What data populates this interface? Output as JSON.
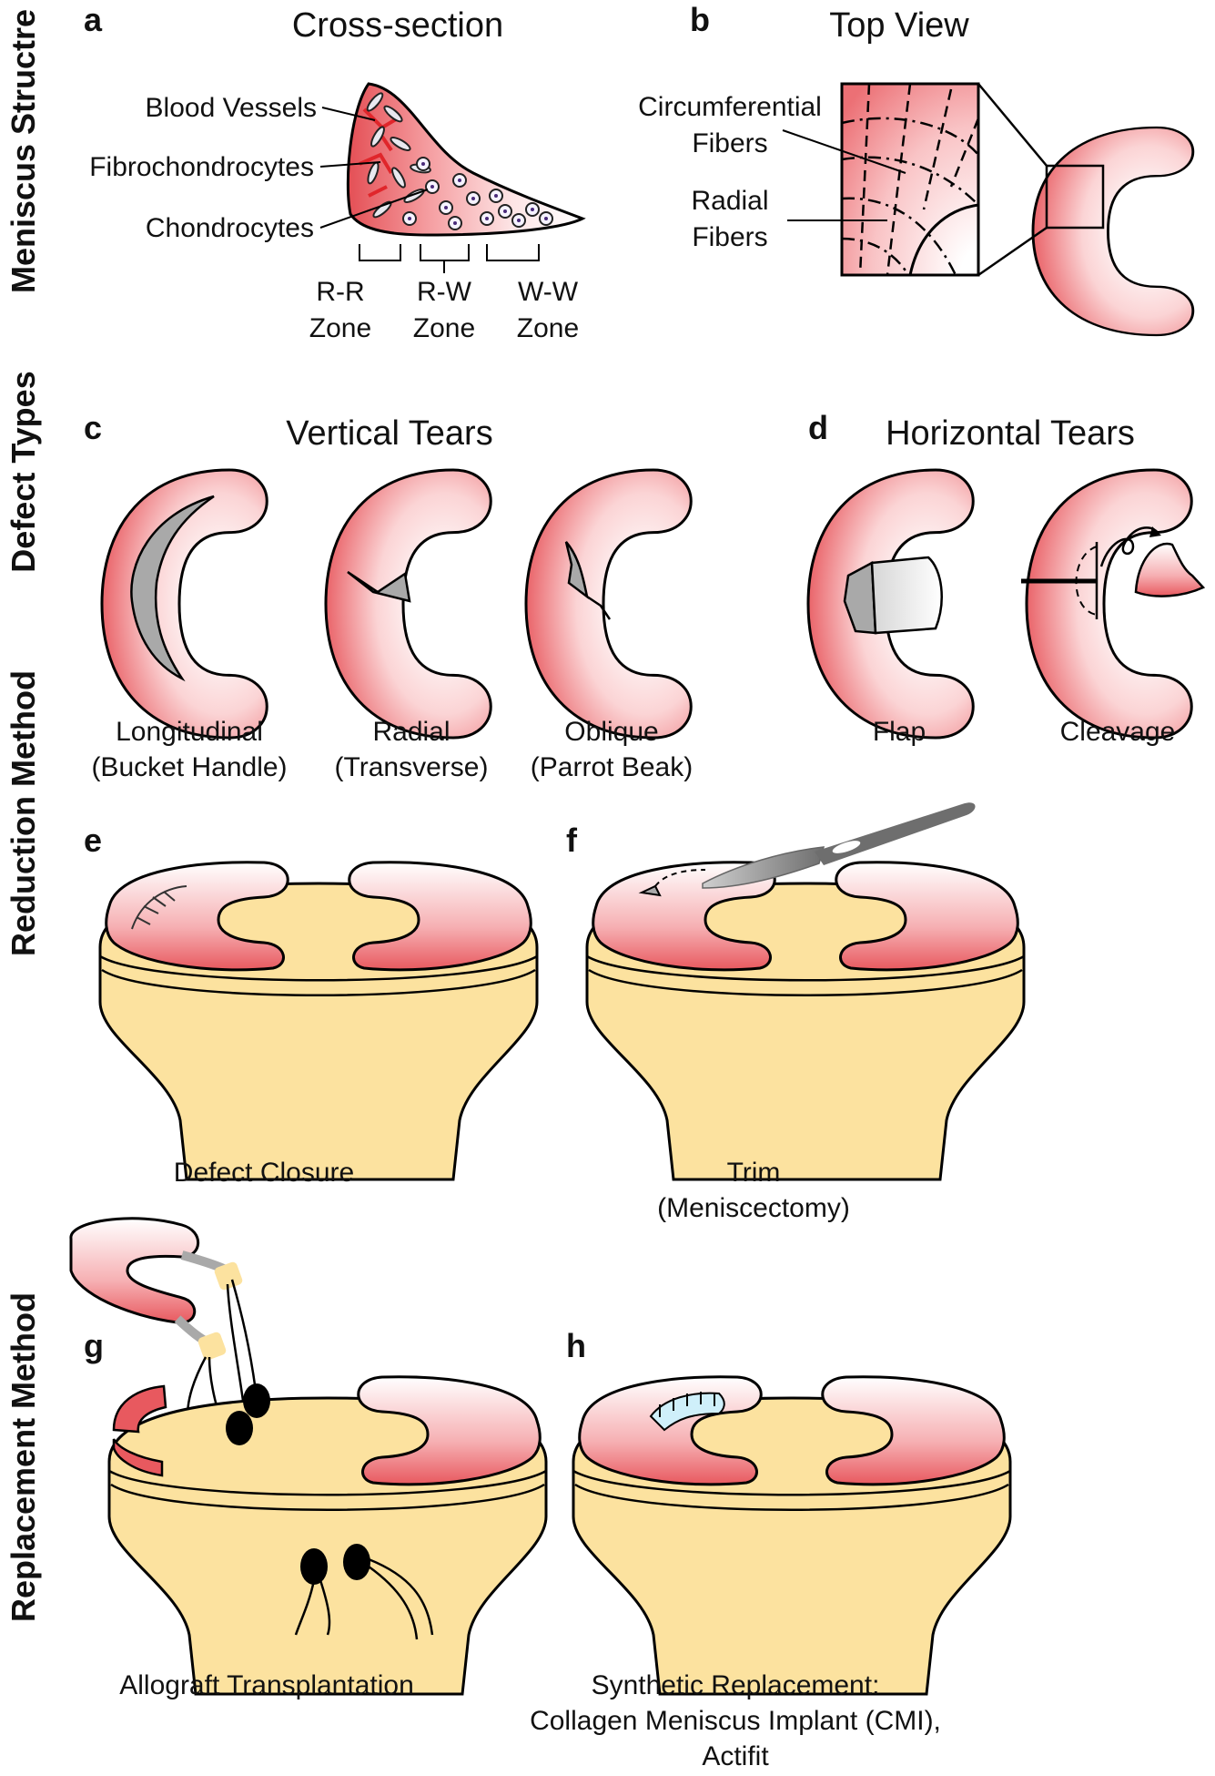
{
  "row_labels": {
    "structure": "Meniscus Structre",
    "defects": "Defect Types",
    "reduction": "Reduction Method",
    "replacement": "Replacement Method"
  },
  "panels": {
    "a": {
      "letter": "a",
      "title": "Cross-section",
      "labels": [
        "Blood Vessels",
        "Fibrochondrocytes",
        "Chondrocytes"
      ],
      "zones": [
        {
          "line1": "R-R",
          "line2": "Zone"
        },
        {
          "line1": "R-W",
          "line2": "Zone"
        },
        {
          "line1": "W-W",
          "line2": "Zone"
        }
      ]
    },
    "b": {
      "letter": "b",
      "title": "Top View",
      "fiber1_line1": "Circumferential",
      "fiber1_line2": "Fibers",
      "fiber2_line1": "Radial",
      "fiber2_line2": "Fibers"
    },
    "c": {
      "letter": "c",
      "title": "Vertical Tears",
      "tears": [
        {
          "line1": "Longitudinal",
          "line2": "(Bucket Handle)"
        },
        {
          "line1": "Radial",
          "line2": "(Transverse)"
        },
        {
          "line1": "Oblique",
          "line2": "(Parrot Beak)"
        }
      ]
    },
    "d": {
      "letter": "d",
      "title": "Horizontal Tears",
      "tears": [
        "Flap",
        "Cleavage"
      ]
    },
    "e": {
      "letter": "e",
      "caption": "Defect Closure"
    },
    "f": {
      "letter": "f",
      "caption_line1": "Trim",
      "caption_line2": "(Meniscectomy)"
    },
    "g": {
      "letter": "g",
      "caption": "Allograft Transplantation"
    },
    "h": {
      "letter": "h",
      "caption_line1": "Synthetic Replacement:",
      "caption_line2": "Collagen Meniscus Implant (CMI),",
      "caption_line3": "Actifit"
    }
  },
  "colors": {
    "meniscus_edge": "#e8595f",
    "meniscus_center": "#ffffff",
    "bone": "#fce29f",
    "tear": "#a9a9a9",
    "implant": "#cfeffa",
    "vessel": "#e0262b"
  }
}
